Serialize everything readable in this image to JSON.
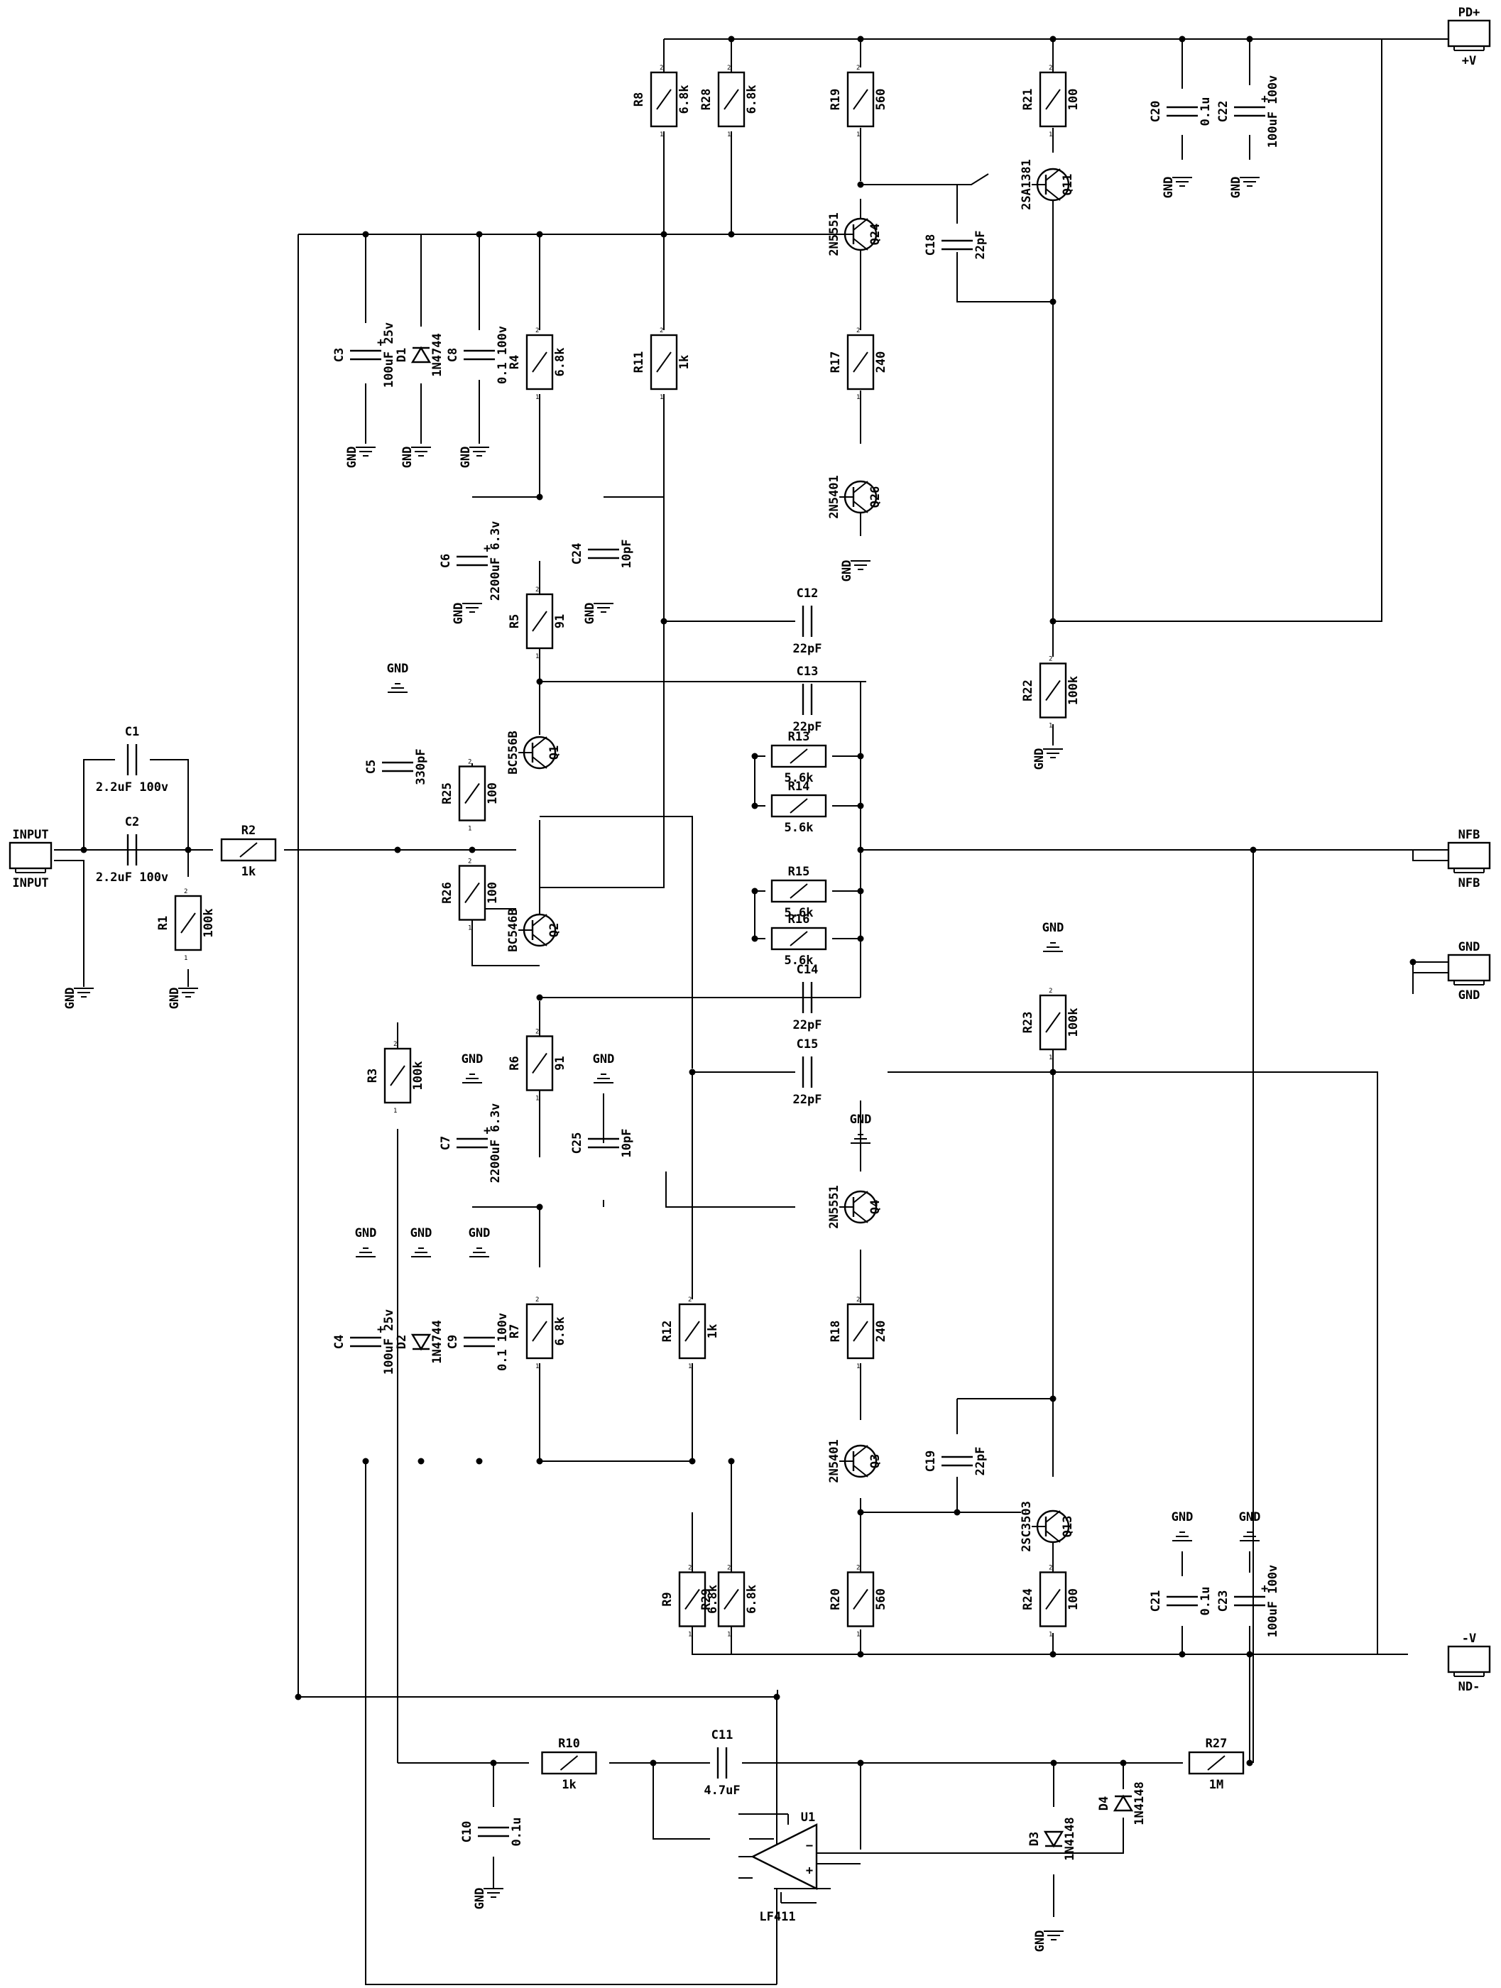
{
  "connectors": {
    "input": {
      "ref": "INPUT",
      "name": "INPUT"
    },
    "pd": {
      "ref": "PD+",
      "name": "+V"
    },
    "nfb": {
      "ref": "NFB",
      "name": "NFB"
    },
    "gnd": {
      "ref": "GND",
      "name": "GND"
    },
    "nv": {
      "ref": "-V",
      "name": "ND-"
    }
  },
  "gnd_label": "GND",
  "resistors": {
    "R1": "100k",
    "R2": "1k",
    "R3": "100k",
    "R4": "6.8k",
    "R5": "91",
    "R6": "91",
    "R7": "6.8k",
    "R8": "6.8k",
    "R9": "6.8k",
    "R10": "1k",
    "R11": "1k",
    "R12": "1k",
    "R13": "5.6k",
    "R14": "5.6k",
    "R15": "5.6k",
    "R16": "5.6k",
    "R17": "240",
    "R18": "240",
    "R19": "560",
    "R20": "560",
    "R21": "100",
    "R22": "100k",
    "R23": "100k",
    "R24": "100",
    "R25": "100",
    "R26": "100",
    "R27": "1M",
    "R28": "6.8k",
    "R29": "6.8k"
  },
  "capacitors": {
    "C1": "2.2uF 100v",
    "C2": "2.2uF 100v",
    "C3": "100uF 25v",
    "C4": "100uF 25v",
    "C5": "330pF",
    "C6": "2200uF 6.3v",
    "C7": "2200uF 6.3v",
    "C8": "0.1 100v",
    "C9": "0.1 100v",
    "C10": "0.1u",
    "C11": "4.7uF",
    "C12": "22pF",
    "C13": "22pF",
    "C14": "22pF",
    "C15": "22pF",
    "C18": "22pF",
    "C19": "22pF",
    "C20": "0.1u",
    "C21": "0.1u",
    "C22": "100uF 100v",
    "C23": "100uF 100v",
    "C24": "10pF",
    "C25": "10pF"
  },
  "diodes": {
    "D1": "1N4744",
    "D2": "1N4744",
    "D3": "1N4148",
    "D4": "1N4148"
  },
  "transistors": {
    "Q1": "BC556B",
    "Q2": "BC546B",
    "Q3": "2N5401",
    "Q4": "2N5551",
    "Q11": "2SA1381",
    "Q13": "2SC3503",
    "Q24": "2N5551",
    "Q26": "2N5401"
  },
  "opamp": {
    "ref": "U1",
    "name": "LF411",
    "minus": "−",
    "plus": "+"
  }
}
